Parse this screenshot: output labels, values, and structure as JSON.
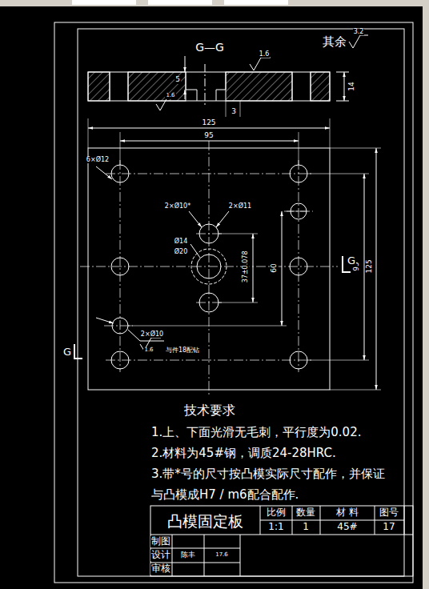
{
  "diagram": {
    "labels": [
      "G—G",
      "其余",
      "3.2",
      "1.6",
      "1.6",
      "5",
      "3",
      "14",
      "125",
      "95",
      "6×Ø12",
      "2×Ø10*",
      "2×Ø11",
      "Ø14",
      "Ø20",
      "37±0.078",
      "60",
      "95",
      "125",
      "G",
      "G",
      "2×Ø10",
      "1.6",
      "与件18配钻",
      "技术要求",
      "1.上、下面光滑无毛刺，平行度为0.02.",
      "2.材料为45#钢，调质24-28HRC.",
      "3.带*号的尺寸按凸模实际尺寸配作，并保证",
      "与凸模成H7 / m6配合配作.",
      "凸模固定板",
      "比例",
      "数量",
      "材  料",
      "图号",
      "1:1",
      "1",
      "45#",
      "17",
      "制图",
      "设计",
      "陈丰",
      "17.6",
      "审核"
    ]
  }
}
